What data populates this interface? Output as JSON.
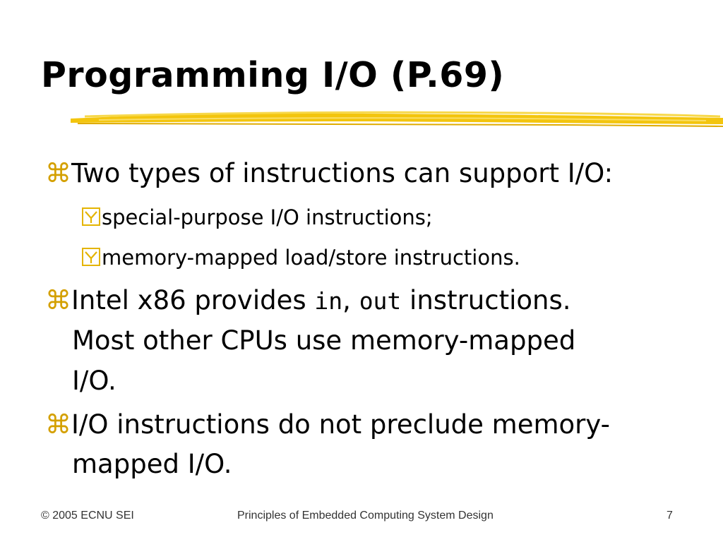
{
  "slide": {
    "title": "Programming I/O (P.69)",
    "bullets": [
      {
        "text": "Two types of instructions can support I/O:"
      },
      {
        "text": "special-purpose I/O instructions;"
      },
      {
        "text": "memory-mapped load/store instructions."
      },
      {
        "prefix": "Intel x86 provides ",
        "code1": "in",
        "sep": ", ",
        "code2": "out",
        "suffix": " instructions.",
        "line2": "Most other CPUs use memory-mapped",
        "line3": "I/O."
      },
      {
        "line1": "I/O instructions do not preclude memory-",
        "line2": "mapped I/O."
      }
    ]
  },
  "footer": {
    "left": "© 2005 ECNU SEI",
    "center": "Principles of Embedded Computing System Design",
    "page_number": "7"
  },
  "colors": {
    "accent": "#f2c200",
    "bullet_glyph": "#d4a000"
  },
  "icons": {
    "level1_bullet": "command-key-icon",
    "level2_bullet": "checkbox-y-icon"
  }
}
